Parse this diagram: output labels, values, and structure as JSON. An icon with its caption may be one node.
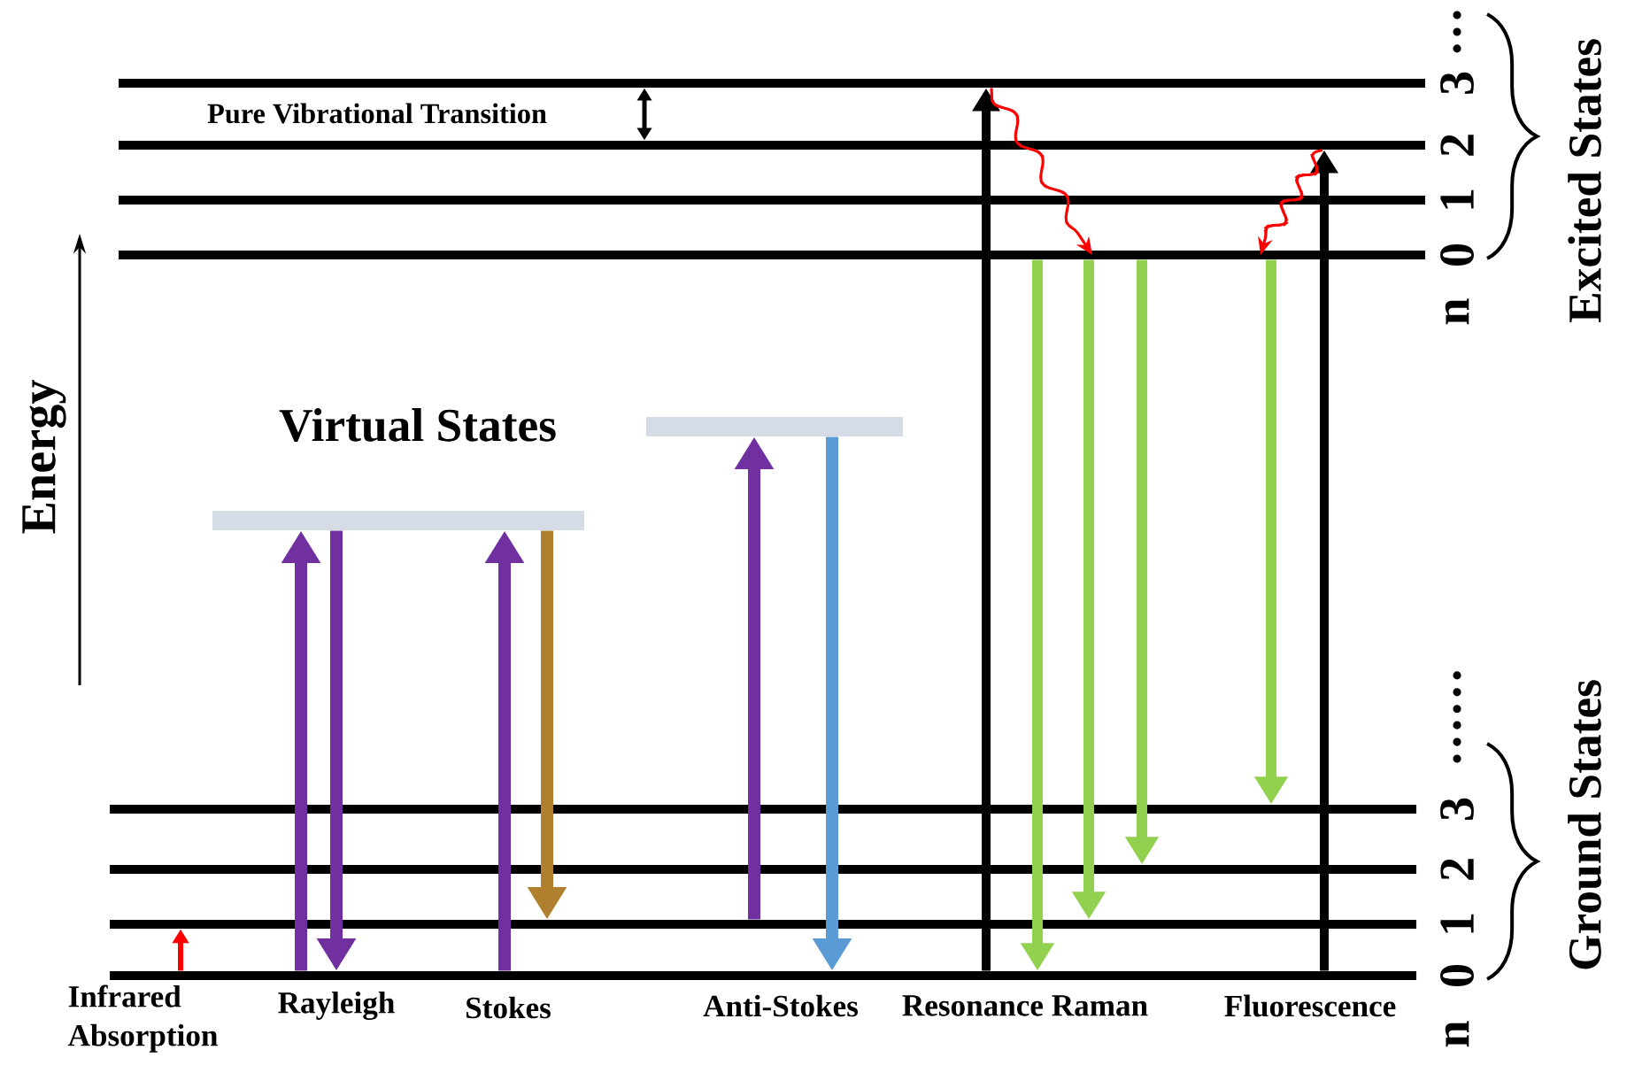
{
  "diagram": {
    "nodes": [
      {
        "text": [],
        "shape": "bar"
      },
      {
        "text": [],
        "shape": "bar"
      },
      {
        "text": [],
        "shape": "bar"
      },
      {
        "text": [],
        "shape": "bar"
      },
      {
        "text": [],
        "shape": "bar"
      },
      {
        "text": [],
        "shape": "bar"
      },
      {
        "text": [],
        "shape": "bar"
      },
      {
        "text": [],
        "shape": "bar"
      },
      {
        "text": [],
        "shape": "bar"
      },
      {
        "text": [],
        "shape": "bar"
      }
    ],
    "edges": [
      {
        "from": 9,
        "to": 8,
        "arrow": "to",
        "color": "#ff0000"
      },
      {
        "from": 9,
        "to": 5,
        "arrow": "to",
        "color": "#7030a0"
      },
      {
        "from": 5,
        "to": 9,
        "arrow": "to",
        "color": "#7030a0"
      },
      {
        "from": 9,
        "to": 5,
        "arrow": "to",
        "color": "#7030a0"
      },
      {
        "from": 5,
        "to": 8,
        "arrow": "to",
        "color": "#b0802f"
      },
      {
        "from": 8,
        "to": 4,
        "arrow": "to",
        "color": "#7030a0"
      },
      {
        "from": 4,
        "to": 9,
        "arrow": "to",
        "color": "#5b9bd5"
      },
      {
        "from": 0,
        "to": 1,
        "arrow": "both",
        "color": "#000000",
        "label": "Pure Vibrational Transition"
      },
      {
        "from": 9,
        "to": 0,
        "arrow": "to",
        "color": "#000000"
      },
      {
        "from": 0,
        "to": 3,
        "arrow": "to",
        "color": "#ff0000"
      },
      {
        "from": 3,
        "to": 9,
        "arrow": "to",
        "color": "#92d050"
      },
      {
        "from": 3,
        "to": 8,
        "arrow": "to",
        "color": "#92d050"
      },
      {
        "from": 3,
        "to": 7,
        "arrow": "to",
        "color": "#92d050"
      },
      {
        "from": 9,
        "to": 1,
        "arrow": "to",
        "color": "#000000"
      },
      {
        "from": 1,
        "to": 3,
        "arrow": "to",
        "color": "#ff0000"
      },
      {
        "from": 3,
        "to": 6,
        "arrow": "to",
        "color": "#92d050"
      }
    ],
    "labels": [
      "…",
      "3",
      "2",
      "1",
      "0",
      "n",
      "Excited States",
      "Virtual States",
      "Energy",
      "……",
      "3",
      "2",
      "1",
      "0",
      "n",
      "Ground States",
      "Infrared Absorption",
      "Rayleigh",
      "Stokes",
      "Anti-Stokes",
      "Resonance Raman",
      "Fluorescence"
    ]
  }
}
